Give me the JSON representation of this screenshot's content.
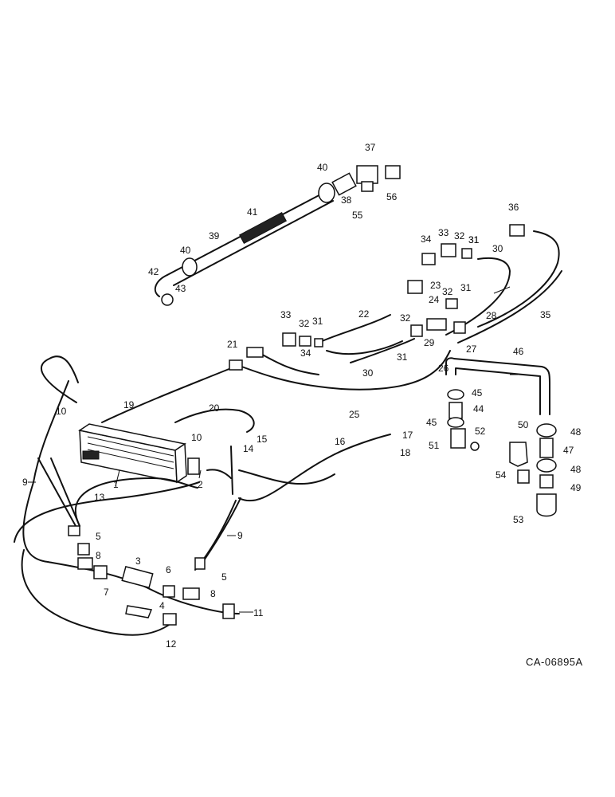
{
  "document_id": "CA-06895A",
  "callouts": {
    "c1": "1",
    "c2": "2",
    "c3": "3",
    "c4": "4",
    "c5a": "5",
    "c5b": "5",
    "c6": "6",
    "c7": "7",
    "c8a": "8",
    "c8b": "8",
    "c9a": "9",
    "c9b": "9",
    "c10a": "10",
    "c10b": "10",
    "c11": "11",
    "c12": "12",
    "c13": "13",
    "c14": "14",
    "c15": "15",
    "c16": "16",
    "c17": "17",
    "c18": "18",
    "c19": "19",
    "c20": "20",
    "c21": "21",
    "c22": "22",
    "c23": "23",
    "c24": "24",
    "c25": "25",
    "c26": "26",
    "c27": "27",
    "c28": "28",
    "c29": "29",
    "c30a": "30",
    "c30b": "30",
    "c31a": "31",
    "c31b": "31",
    "c31c": "31",
    "c31d": "31",
    "c31e": "31",
    "c32a": "32",
    "c32b": "32",
    "c32c": "32",
    "c32d": "32",
    "c33a": "33",
    "c33b": "33",
    "c34a": "34",
    "c34b": "34",
    "c35": "35",
    "c36": "36",
    "c37": "37",
    "c38": "38",
    "c39": "39",
    "c40a": "40",
    "c40b": "40",
    "c41": "41",
    "c42": "42",
    "c43": "43",
    "c44": "44",
    "c45a": "45",
    "c45b": "45",
    "c46": "46",
    "c47": "47",
    "c48a": "48",
    "c48b": "48",
    "c49": "49",
    "c50": "50",
    "c51": "51",
    "c52": "52",
    "c53": "53",
    "c54": "54",
    "c55": "55",
    "c56": "56"
  }
}
